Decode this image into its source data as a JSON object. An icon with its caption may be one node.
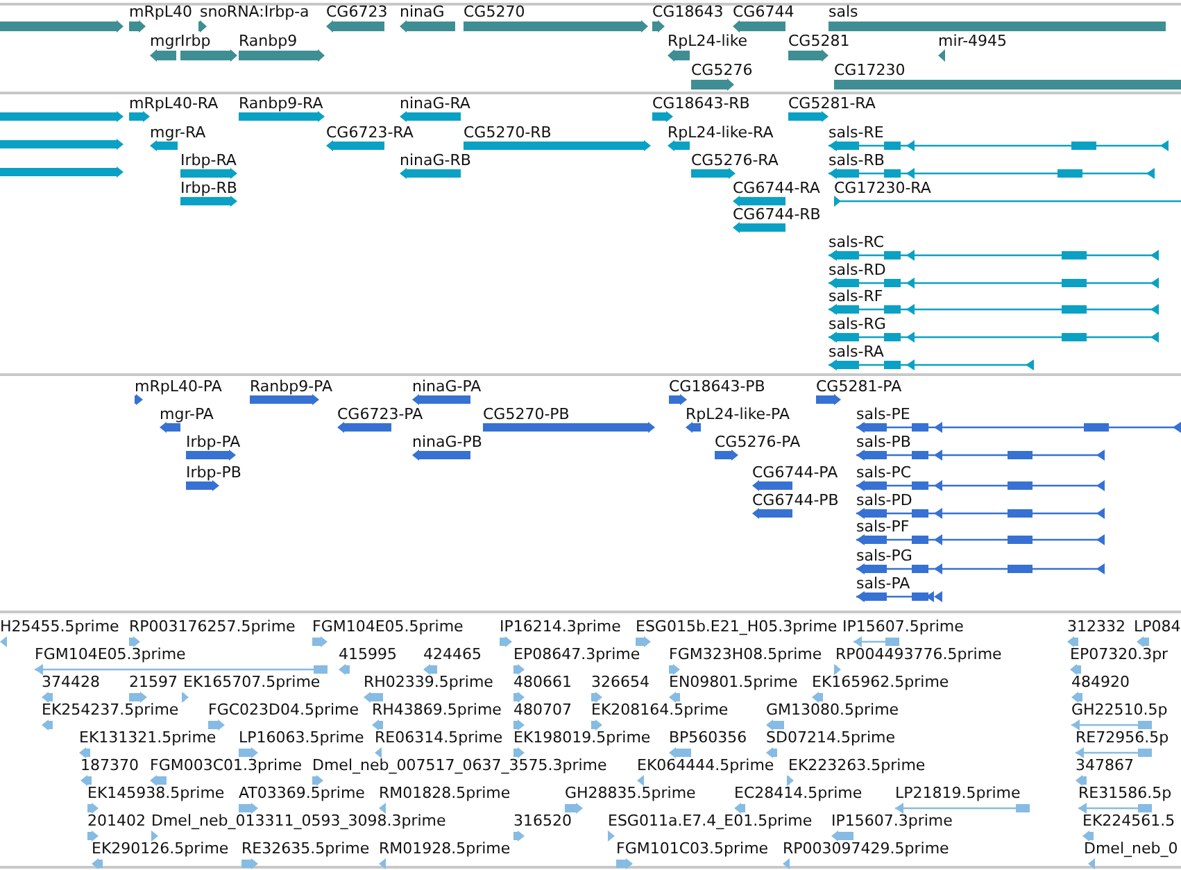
{
  "diagram": {
    "labels": [
      "mRpL40",
      "snoRNA:Irbp-a",
      "CG6723",
      "ninaG",
      "CG5270",
      "CG18643",
      "CG6744",
      "sals",
      "mgr",
      "Irbp",
      "Ranbp9",
      "RpL24-like",
      "CG5281",
      "mir-4945",
      "CG5276",
      "CG17230",
      "mRpL40-RA",
      "Ranbp9-RA",
      "ninaG-RA",
      "CG18643-RB",
      "CG5281-RA",
      "mgr-RA",
      "CG6723-RA",
      "CG5270-RB",
      "RpL24-like-RA",
      "sals-RE",
      "Irbp-RA",
      "ninaG-RB",
      "CG5276-RA",
      "sals-RB",
      "Irbp-RB",
      "CG6744-RA",
      "CG17230-RA",
      "CG6744-RB",
      "sals-RC",
      "sals-RD",
      "sals-RF",
      "sals-RG",
      "sals-RA",
      "mRpL40-PA",
      "Ranbp9-PA",
      "ninaG-PA",
      "CG18643-PB",
      "CG5281-PA",
      "mgr-PA",
      "CG6723-PA",
      "CG5270-PB",
      "RpL24-like-PA",
      "sals-PE",
      "Irbp-PA",
      "ninaG-PB",
      "CG5276-PA",
      "sals-PB",
      "Irbp-PB",
      "CG6744-PA",
      "sals-PC",
      "CG6744-PB",
      "sals-PD",
      "sals-PF",
      "sals-PG",
      "sals-PA",
      "H25455.5prime",
      "RP003176257.5prime",
      "FGM104E05.5prime",
      "IP16214.3prime",
      "ESG015b.E21_H05.3prime",
      "IP15607.5prime",
      "312332",
      "LP084",
      "FGM104E05.3prime",
      "415995",
      "424465",
      "EP08647.3prime",
      "FGM323H08.5prime",
      "RP004493776.5prime",
      "EP07320.3pr",
      "374428",
      "21597",
      "EK165707.5prime",
      "RH02339.5prime",
      "480661",
      "326654",
      "EN09801.5prime",
      "EK165962.5prime",
      "484920",
      "EK254237.5prime",
      "FGC023D04.5prime",
      "RH43869.5prime",
      "480707",
      "EK208164.5prime",
      "GM13080.5prime",
      "GH22510.5p",
      "EK131321.5prime",
      "LP16063.5prime",
      "RE06314.5prime",
      "EK198019.5prime",
      "BP560356",
      "SD07214.5prime",
      "RE72956.5p",
      "187370",
      "FGM003C01.3prime",
      "Dmel_neb_007517_0637_3575.3prime",
      "EK064444.5prime",
      "EK223263.5prime",
      "347867",
      "EK145938.5prime",
      "AT03369.5prime",
      "RM01828.5prime",
      "GH28835.5prime",
      "EC28414.5prime",
      "LP21819.5prime",
      "RE31586.5p",
      "201402",
      "Dmel_neb_013311_0593_3098.3prime",
      "316520",
      "ESG011a.E7.4_E01.5prime",
      "IP15607.3prime",
      "EK224561.5",
      "EK290126.5prime",
      "RE32635.5prime",
      "RM01928.5prime",
      "FGM101C03.5prime",
      "RP003097429.5prime",
      "Dmel_neb_0"
    ]
  }
}
